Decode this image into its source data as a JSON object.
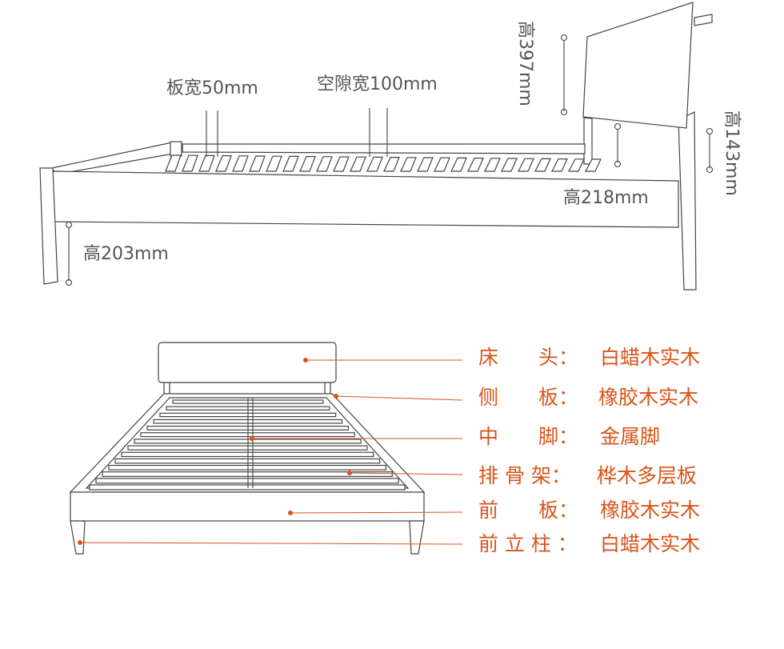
{
  "side_view": {
    "slat_width": "板宽50mm",
    "gap_width": "空隙宽100mm",
    "headboard_height": "高397mm",
    "post_height": "高143mm",
    "rail_height": "高218mm",
    "leg_height": "高203mm"
  },
  "materials": [
    {
      "part": "床　　头：",
      "material": "白蜡木实木"
    },
    {
      "part": "侧　　板：",
      "material": "橡胶木实木"
    },
    {
      "part": "中　　脚：",
      "material": "金属脚"
    },
    {
      "part": "排 骨 架：",
      "material": "桦木多层板"
    },
    {
      "part": "前　　板：",
      "material": "橡胶木实木"
    },
    {
      "part": "前 立 柱 ：",
      "material": "白蜡木实木"
    }
  ],
  "colors": {
    "accent": "#d9541a",
    "line": "#444444"
  }
}
